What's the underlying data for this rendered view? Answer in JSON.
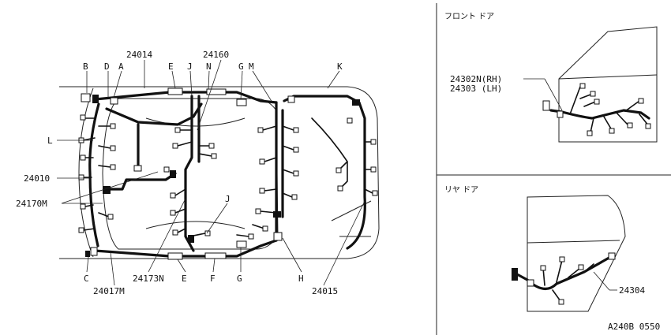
{
  "figure_code": "A240B 0550",
  "front_door": {
    "title": "フロント ドア",
    "part_rh": "24302N(RH)",
    "part_lh": "24303 (LH)"
  },
  "rear_door": {
    "title": "リヤ ドア",
    "part": "24304"
  },
  "body_labels": {
    "B": "B",
    "D": "D",
    "A": "A",
    "p24014": "24014",
    "E_top": "E",
    "J_top": "J",
    "N": "N",
    "p24160": "24160",
    "G_top": "G",
    "M": "M",
    "K": "K",
    "L": "L",
    "p24010": "24010",
    "p24170M": "24170M",
    "J_mid": "J",
    "C": "C",
    "p24017M": "24017M",
    "p24173N": "24173N",
    "E_bot": "E",
    "F": "F",
    "G_bot": "G",
    "H": "H",
    "p24015": "24015"
  }
}
